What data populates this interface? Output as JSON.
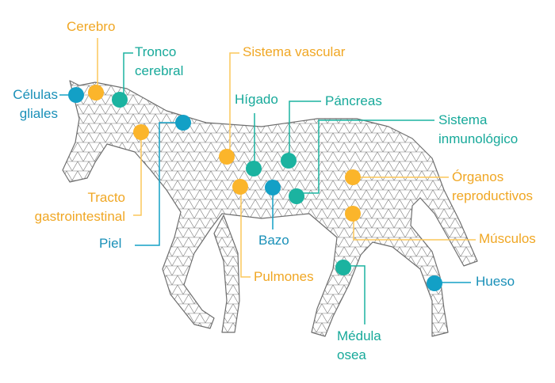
{
  "colors": {
    "orange": "#fbb52b",
    "teal": "#1bb3a0",
    "blue": "#13a0c6"
  },
  "labels": {
    "cerebro": "Cerebro",
    "tronco": [
      "Tronco",
      "cerebral"
    ],
    "celulas": [
      "Células",
      "gliales"
    ],
    "tracto": [
      "Tracto",
      "gastrointestinal"
    ],
    "piel": "Piel",
    "vascular": "Sistema vascular",
    "higado": "Hígado",
    "pancreas": "Páncreas",
    "inmuno": [
      "Sistema",
      "inmunológico"
    ],
    "bazo": "Bazo",
    "pulmones": "Pulmones",
    "organos": [
      "Órganos",
      "reproductivos"
    ],
    "musculos": "Músculos",
    "medula": [
      "Médula",
      "osea"
    ],
    "hueso": "Hueso"
  }
}
